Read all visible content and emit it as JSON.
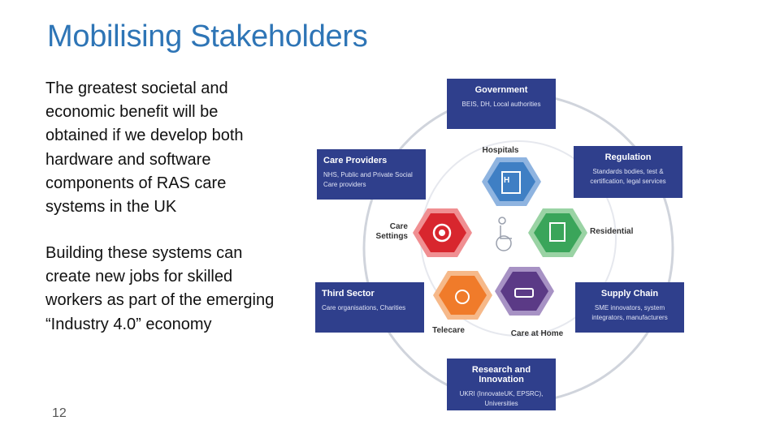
{
  "slide": {
    "title": "Mobilising Stakeholders",
    "para1": "The greatest societal and economic benefit will be obtained if we develop both hardware and software components of RAS care systems in the UK",
    "para2": "Building these systems can create new jobs for skilled workers as part of the emerging “Industry 4.0” economy",
    "page_number": "12"
  },
  "diagram": {
    "boxes": {
      "government": {
        "title": "Government",
        "sub": "BEIS, DH, Local authorities"
      },
      "care_providers": {
        "title": "Care Providers",
        "sub": "NHS, Public and Private Social Care providers"
      },
      "regulation": {
        "title": "Regulation",
        "sub": "Standards bodies, test & certification, legal services"
      },
      "third_sector": {
        "title": "Third Sector",
        "sub": "Care organisations, Charities"
      },
      "supply_chain": {
        "title": "Supply Chain",
        "sub": "SME innovators, system integrators, manufacturers"
      },
      "research": {
        "title": "Research and Innovation",
        "sub": "UKRI (InnovateUK, EPSRC), Universities"
      }
    },
    "settings": {
      "hospitals": "Hospitals",
      "residential": "Residential",
      "care_at_home": "Care at Home",
      "telecare": "Telecare",
      "care_settings": "Care Settings"
    },
    "colors": {
      "box": "#2f3f8c",
      "hex_blue": "#3f7fc4",
      "hex_green": "#3aa55a",
      "hex_purple": "#5b3a86",
      "hex_orange": "#f07b2a",
      "hex_red": "#d8262e",
      "circle": "#d0d4dc"
    }
  }
}
